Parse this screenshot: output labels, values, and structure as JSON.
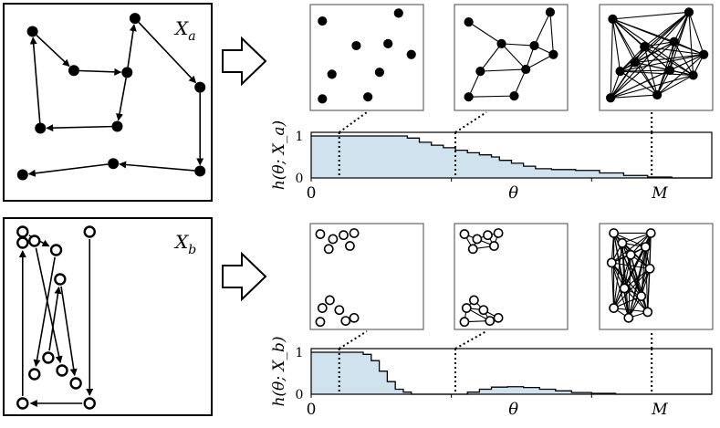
{
  "panel_a": {
    "label_main": "X",
    "label_sub": "a",
    "points": [
      [
        0.1,
        0.11
      ],
      [
        0.31,
        0.32
      ],
      [
        0.14,
        0.63
      ],
      [
        0.53,
        0.62
      ],
      [
        0.62,
        0.04
      ],
      [
        0.58,
        0.33
      ],
      [
        0.95,
        0.41
      ],
      [
        0.95,
        0.86
      ],
      [
        0.51,
        0.82
      ],
      [
        0.05,
        0.88
      ]
    ],
    "walk": [
      [
        0,
        1
      ],
      [
        5,
        4
      ],
      [
        4,
        6
      ],
      [
        6,
        7
      ],
      [
        7,
        8
      ],
      [
        8,
        9
      ],
      [
        1,
        5
      ],
      [
        5,
        3
      ],
      [
        3,
        2
      ],
      [
        2,
        0
      ]
    ]
  },
  "panel_b": {
    "label_main": "X",
    "label_sub": "b",
    "points": [
      [
        0.05,
        0.04
      ],
      [
        0.11,
        0.09
      ],
      [
        0.22,
        0.14
      ],
      [
        0.24,
        0.3
      ],
      [
        0.39,
        0.04
      ],
      [
        0.25,
        0.8
      ],
      [
        0.32,
        0.87
      ],
      [
        0.11,
        0.82
      ],
      [
        0.05,
        0.98
      ],
      [
        0.39,
        0.98
      ],
      [
        0.18,
        0.73
      ],
      [
        0.05,
        0.1
      ]
    ],
    "walk": [
      [
        0,
        2
      ],
      [
        1,
        5
      ],
      [
        2,
        7
      ],
      [
        3,
        6
      ],
      [
        4,
        9
      ],
      [
        9,
        8
      ],
      [
        8,
        11
      ],
      [
        10,
        3
      ]
    ]
  },
  "arrow_color": "#000000",
  "row_a": {
    "snapshots": [
      {
        "points": [
          [
            0.08,
            0.13
          ],
          [
            0.8,
            0.05
          ],
          [
            0.4,
            0.38
          ],
          [
            0.7,
            0.36
          ],
          [
            0.17,
            0.67
          ],
          [
            0.62,
            0.65
          ],
          [
            0.92,
            0.47
          ],
          [
            0.51,
            0.9
          ],
          [
            0.08,
            0.92
          ]
        ],
        "edges": []
      },
      {
        "points": [
          [
            0.1,
            0.14
          ],
          [
            0.87,
            0.04
          ],
          [
            0.41,
            0.36
          ],
          [
            0.72,
            0.38
          ],
          [
            0.21,
            0.64
          ],
          [
            0.64,
            0.62
          ],
          [
            0.9,
            0.47
          ],
          [
            0.53,
            0.89
          ],
          [
            0.1,
            0.9
          ]
        ],
        "edges": [
          [
            0,
            2
          ],
          [
            2,
            3
          ],
          [
            3,
            1
          ],
          [
            2,
            4
          ],
          [
            4,
            5
          ],
          [
            3,
            5
          ],
          [
            5,
            6
          ],
          [
            3,
            6
          ],
          [
            5,
            7
          ],
          [
            7,
            8
          ],
          [
            4,
            8
          ],
          [
            1,
            6
          ],
          [
            2,
            5
          ]
        ]
      },
      {
        "points": [
          [
            0.09,
            0.11
          ],
          [
            0.81,
            0.04
          ],
          [
            0.39,
            0.39
          ],
          [
            0.67,
            0.34
          ],
          [
            0.16,
            0.64
          ],
          [
            0.63,
            0.63
          ],
          [
            0.95,
            0.47
          ],
          [
            0.51,
            0.88
          ],
          [
            0.07,
            0.91
          ],
          [
            0.3,
            0.55
          ],
          [
            0.85,
            0.68
          ]
        ],
        "edges": "all"
      }
    ],
    "hist": {
      "y_label": "h(θ; X_a)",
      "y_ticks": [
        "1",
        "0"
      ],
      "x_tick_zero": "0",
      "x_label_theta": "θ",
      "x_label_M": "M",
      "steps": [
        [
          0.0,
          1.0
        ],
        [
          0.1,
          1.0
        ],
        [
          0.22,
          1.0
        ],
        [
          0.24,
          0.95
        ],
        [
          0.27,
          0.85
        ],
        [
          0.3,
          0.78
        ],
        [
          0.33,
          0.72
        ],
        [
          0.36,
          0.66
        ],
        [
          0.39,
          0.6
        ],
        [
          0.42,
          0.55
        ],
        [
          0.45,
          0.5
        ],
        [
          0.47,
          0.42
        ],
        [
          0.5,
          0.35
        ],
        [
          0.53,
          0.28
        ],
        [
          0.56,
          0.22
        ],
        [
          0.6,
          0.2
        ],
        [
          0.66,
          0.18
        ],
        [
          0.72,
          0.12
        ],
        [
          0.78,
          0.06
        ],
        [
          0.84,
          0.02
        ],
        [
          0.9,
          0.0
        ],
        [
          1.0,
          0.0
        ]
      ],
      "theta_marks": [
        0.07,
        0.36,
        0.85
      ]
    }
  },
  "row_b": {
    "snapshots": [
      {
        "points": [
          [
            0.06,
            0.07
          ],
          [
            0.18,
            0.12
          ],
          [
            0.28,
            0.08
          ],
          [
            0.38,
            0.06
          ],
          [
            0.14,
            0.22
          ],
          [
            0.34,
            0.19
          ],
          [
            0.08,
            0.82
          ],
          [
            0.24,
            0.84
          ],
          [
            0.3,
            0.95
          ],
          [
            0.06,
            0.96
          ],
          [
            0.38,
            0.92
          ],
          [
            0.15,
            0.74
          ]
        ],
        "edges": []
      },
      {
        "points": [
          [
            0.06,
            0.07
          ],
          [
            0.18,
            0.12
          ],
          [
            0.28,
            0.08
          ],
          [
            0.38,
            0.06
          ],
          [
            0.14,
            0.22
          ],
          [
            0.34,
            0.19
          ],
          [
            0.08,
            0.82
          ],
          [
            0.24,
            0.84
          ],
          [
            0.3,
            0.95
          ],
          [
            0.06,
            0.96
          ],
          [
            0.38,
            0.92
          ],
          [
            0.15,
            0.74
          ]
        ],
        "edges": [
          [
            0,
            1
          ],
          [
            1,
            2
          ],
          [
            2,
            3
          ],
          [
            0,
            4
          ],
          [
            4,
            5
          ],
          [
            1,
            5
          ],
          [
            2,
            5
          ],
          [
            3,
            5
          ],
          [
            1,
            4
          ],
          [
            6,
            7
          ],
          [
            7,
            8
          ],
          [
            8,
            9
          ],
          [
            9,
            6
          ],
          [
            7,
            10
          ],
          [
            8,
            10
          ],
          [
            6,
            11
          ],
          [
            11,
            7
          ],
          [
            6,
            8
          ]
        ]
      },
      {
        "points": [
          [
            0.1,
            0.06
          ],
          [
            0.45,
            0.06
          ],
          [
            0.18,
            0.16
          ],
          [
            0.4,
            0.2
          ],
          [
            0.26,
            0.28
          ],
          [
            0.08,
            0.36
          ],
          [
            0.44,
            0.42
          ],
          [
            0.2,
            0.62
          ],
          [
            0.36,
            0.7
          ],
          [
            0.1,
            0.82
          ],
          [
            0.42,
            0.86
          ],
          [
            0.24,
            0.92
          ]
        ],
        "edges": "all"
      }
    ],
    "hist": {
      "y_label": "h(θ; X_b)",
      "y_ticks": [
        "1",
        "0"
      ],
      "x_tick_zero": "0",
      "x_label_theta": "θ",
      "x_label_M": "M",
      "steps": [
        [
          0.0,
          1.0
        ],
        [
          0.1,
          1.0
        ],
        [
          0.13,
          0.95
        ],
        [
          0.15,
          0.8
        ],
        [
          0.17,
          0.55
        ],
        [
          0.19,
          0.3
        ],
        [
          0.21,
          0.12
        ],
        [
          0.23,
          0.05
        ],
        [
          0.25,
          0.0
        ],
        [
          0.37,
          0.0
        ],
        [
          0.39,
          0.05
        ],
        [
          0.42,
          0.12
        ],
        [
          0.45,
          0.17
        ],
        [
          0.49,
          0.18
        ],
        [
          0.53,
          0.16
        ],
        [
          0.57,
          0.12
        ],
        [
          0.61,
          0.08
        ],
        [
          0.65,
          0.04
        ],
        [
          0.7,
          0.02
        ],
        [
          0.76,
          0.0
        ],
        [
          1.0,
          0.0
        ]
      ],
      "theta_marks": [
        0.07,
        0.36,
        0.85
      ]
    }
  },
  "hist_fill": "#cfe2ee"
}
